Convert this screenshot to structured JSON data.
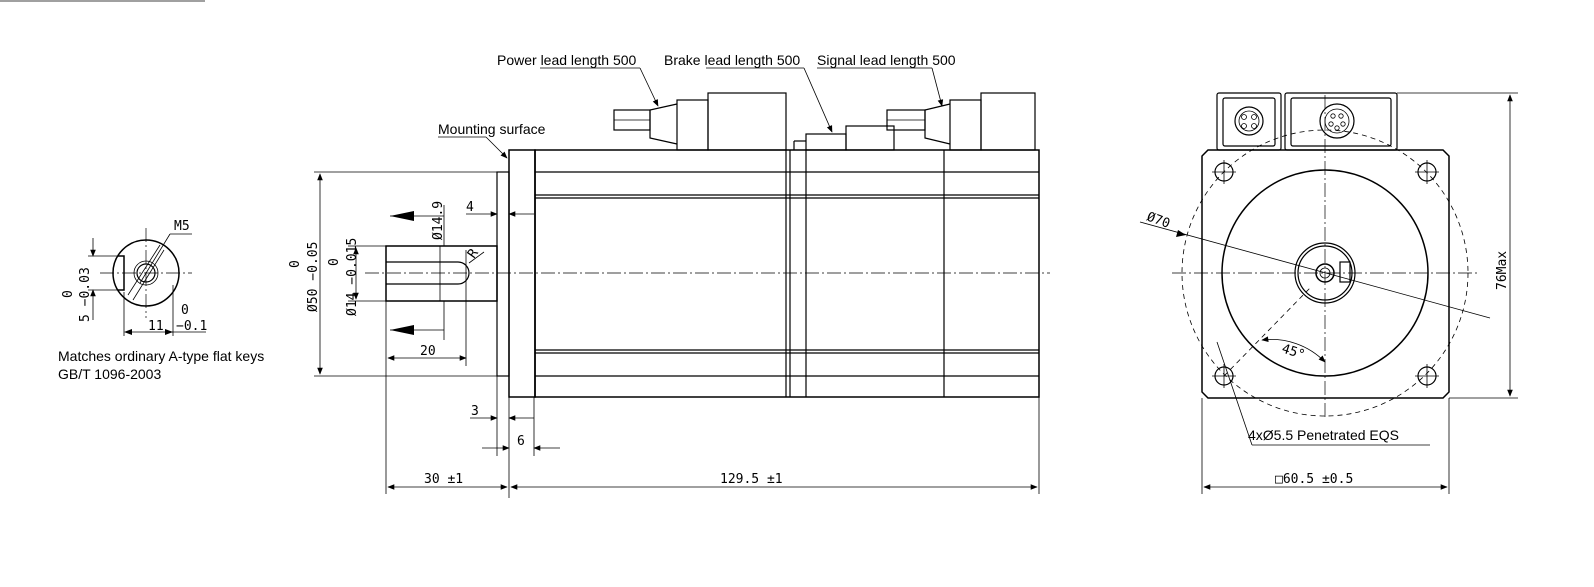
{
  "labels": {
    "power_lead": "Power lead length 500",
    "brake_lead": "Brake lead length 500",
    "signal_lead": "Signal lead length 500",
    "mounting_surface": "Mounting surface",
    "key_note_line1": "Matches ordinary A-type flat keys",
    "key_note_line2": "GB/T 1096-2003",
    "m5": "M5",
    "holes": "4xØ5.5 Penetrated EQS"
  },
  "dimensions": {
    "key_depth_tol_upper": "0",
    "key_depth_value": "5 −0.03",
    "key_width": "11",
    "key_width_tol_upper": "0",
    "key_width_tol_lower": "−0.1",
    "pilot_tol_upper": "0",
    "pilot_diameter": "Ø50 −0.05",
    "shaft_tol_upper": "0",
    "shaft_diameter": "Ø14 −0.015",
    "shaft_end_diameter": "Ø14.9",
    "r_mark": "R",
    "flange_step": "4",
    "key_length": "20",
    "flange_gap": "3",
    "flange_thickness": "6",
    "shaft_length": "30 ±1",
    "body_length": "129.5 ±1",
    "circle_diameter": "Ø70",
    "angle": "45°",
    "height_max": "76Max",
    "flange_square": "□60.5 ±0.5"
  }
}
